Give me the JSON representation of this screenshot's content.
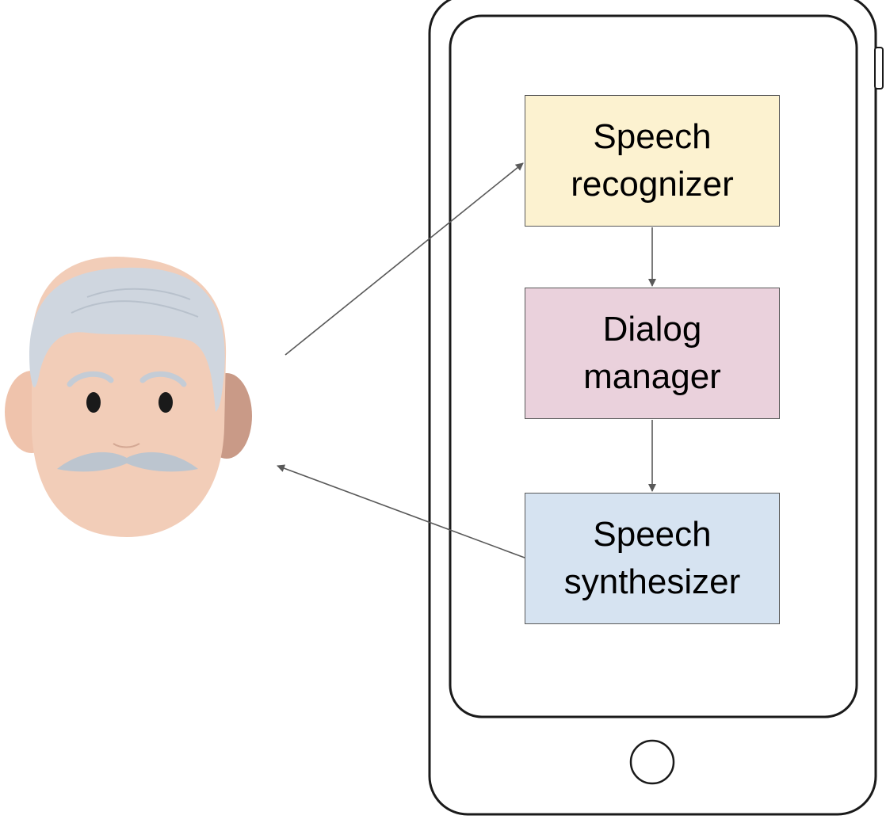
{
  "diagram": {
    "boxes": [
      {
        "id": "speech-recognizer",
        "lines": [
          "Speech",
          "recognizer"
        ],
        "fill": "#fcf2d0"
      },
      {
        "id": "dialog-manager",
        "lines": [
          "Dialog",
          "manager"
        ],
        "fill": "#ead1dc"
      },
      {
        "id": "speech-synthesizer",
        "lines": [
          "Speech",
          "synthesizer"
        ],
        "fill": "#d6e3f1"
      }
    ],
    "edges": [
      {
        "from": "user",
        "to": "speech-recognizer"
      },
      {
        "from": "speech-recognizer",
        "to": "dialog-manager"
      },
      {
        "from": "dialog-manager",
        "to": "speech-synthesizer"
      },
      {
        "from": "speech-synthesizer",
        "to": "user"
      }
    ],
    "icons": [
      "elderly-man-face-icon",
      "smartphone-icon"
    ],
    "colors": {
      "edge": "#595959",
      "phone_outline": "#1a1a1a",
      "skin": "#f2cdb8",
      "hair": "#cfd6df"
    }
  }
}
